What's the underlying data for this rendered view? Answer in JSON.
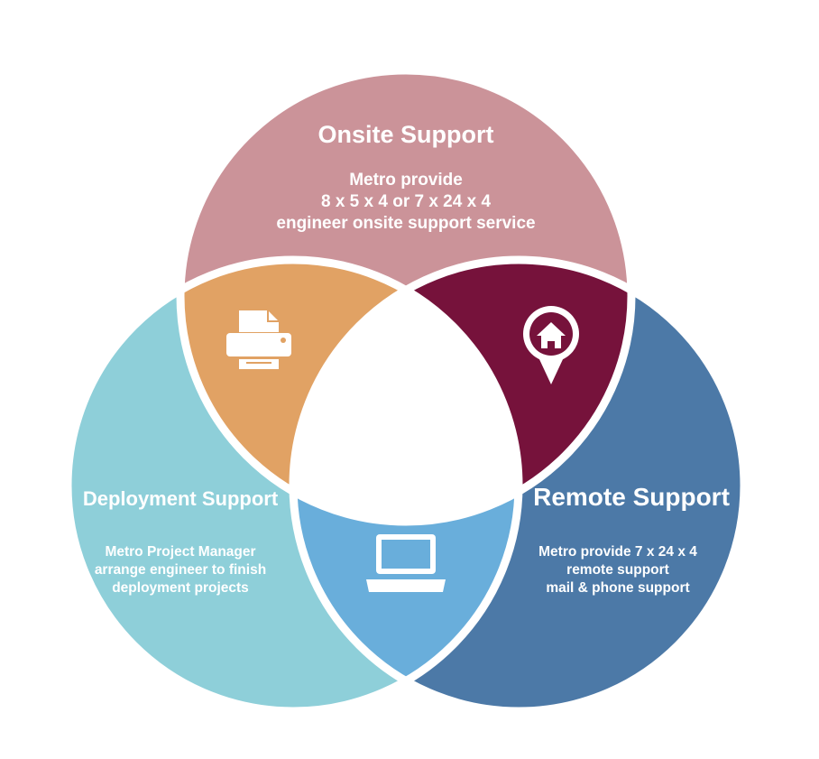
{
  "colors": {
    "onsite": "#cb9399",
    "deployment": "#8ecfd9",
    "remote": "#4c79a7",
    "printer_overlap": "#e1a264",
    "location_overlap": "#76123b",
    "laptop_overlap": "#69aedb",
    "center": "#ffffff"
  },
  "onsite": {
    "title": "Onsite Support",
    "lines": [
      "Metro provide",
      "8 x 5 x 4 or 7 x 24 x 4",
      "engineer onsite support service"
    ]
  },
  "deployment": {
    "title": "Deployment Support",
    "lines": [
      "Metro Project Manager",
      "arrange engineer to finish",
      "deployment projects"
    ]
  },
  "remote": {
    "title": "Remote Support",
    "lines": [
      "Metro provide 7 x 24 x 4",
      "remote support",
      "mail & phone support"
    ]
  },
  "icons": {
    "printer": "printer-icon",
    "location": "home-location-pin-icon",
    "laptop": "laptop-icon"
  }
}
